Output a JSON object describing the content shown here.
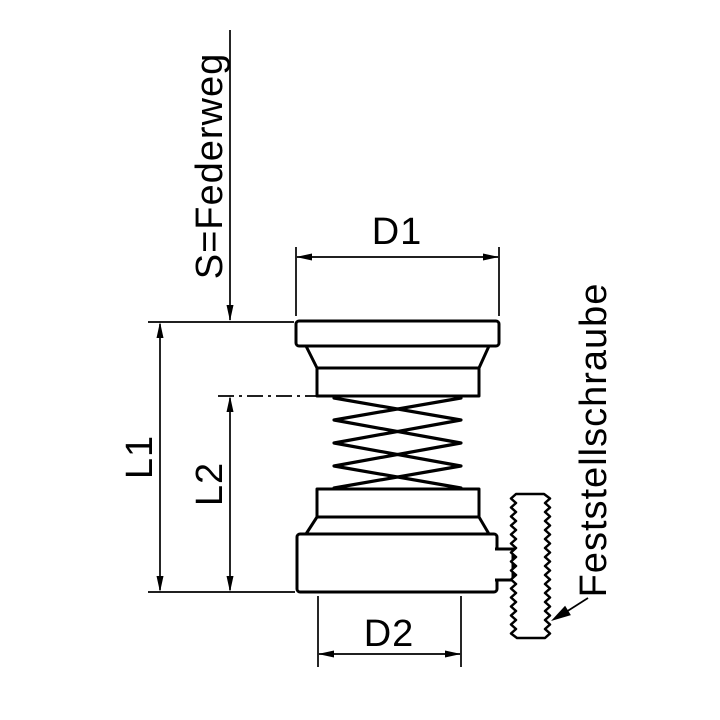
{
  "diagram": {
    "background": "#ffffff",
    "line_color": "#000000",
    "labels": {
      "spring_travel": "S=Federweg",
      "diameter_top": "D1",
      "length_total": "L1",
      "length_compressed": "L2",
      "diameter_bottom": "D2",
      "locking_screw": "Feststellschraube"
    }
  }
}
